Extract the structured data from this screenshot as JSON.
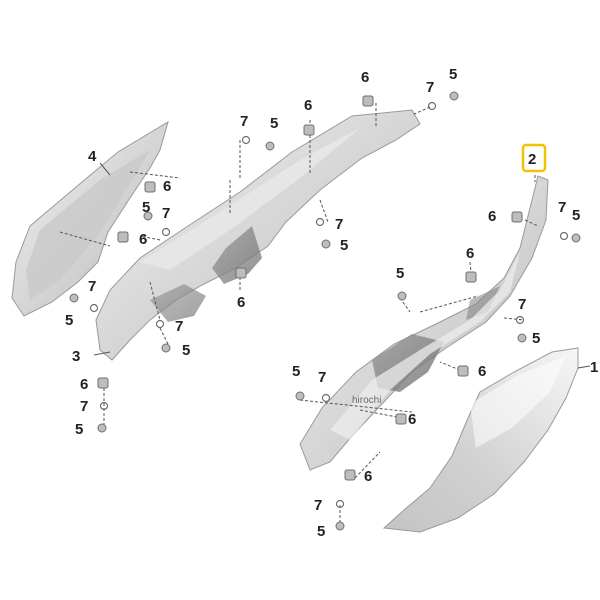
{
  "diagram": {
    "callouts": {
      "part1": "1",
      "part2": "2",
      "part3": "3",
      "part4": "4",
      "label5": "5",
      "label6": "6",
      "label7": "7"
    },
    "watermark": "hirochi",
    "highlight_color": "#f2c200"
  }
}
